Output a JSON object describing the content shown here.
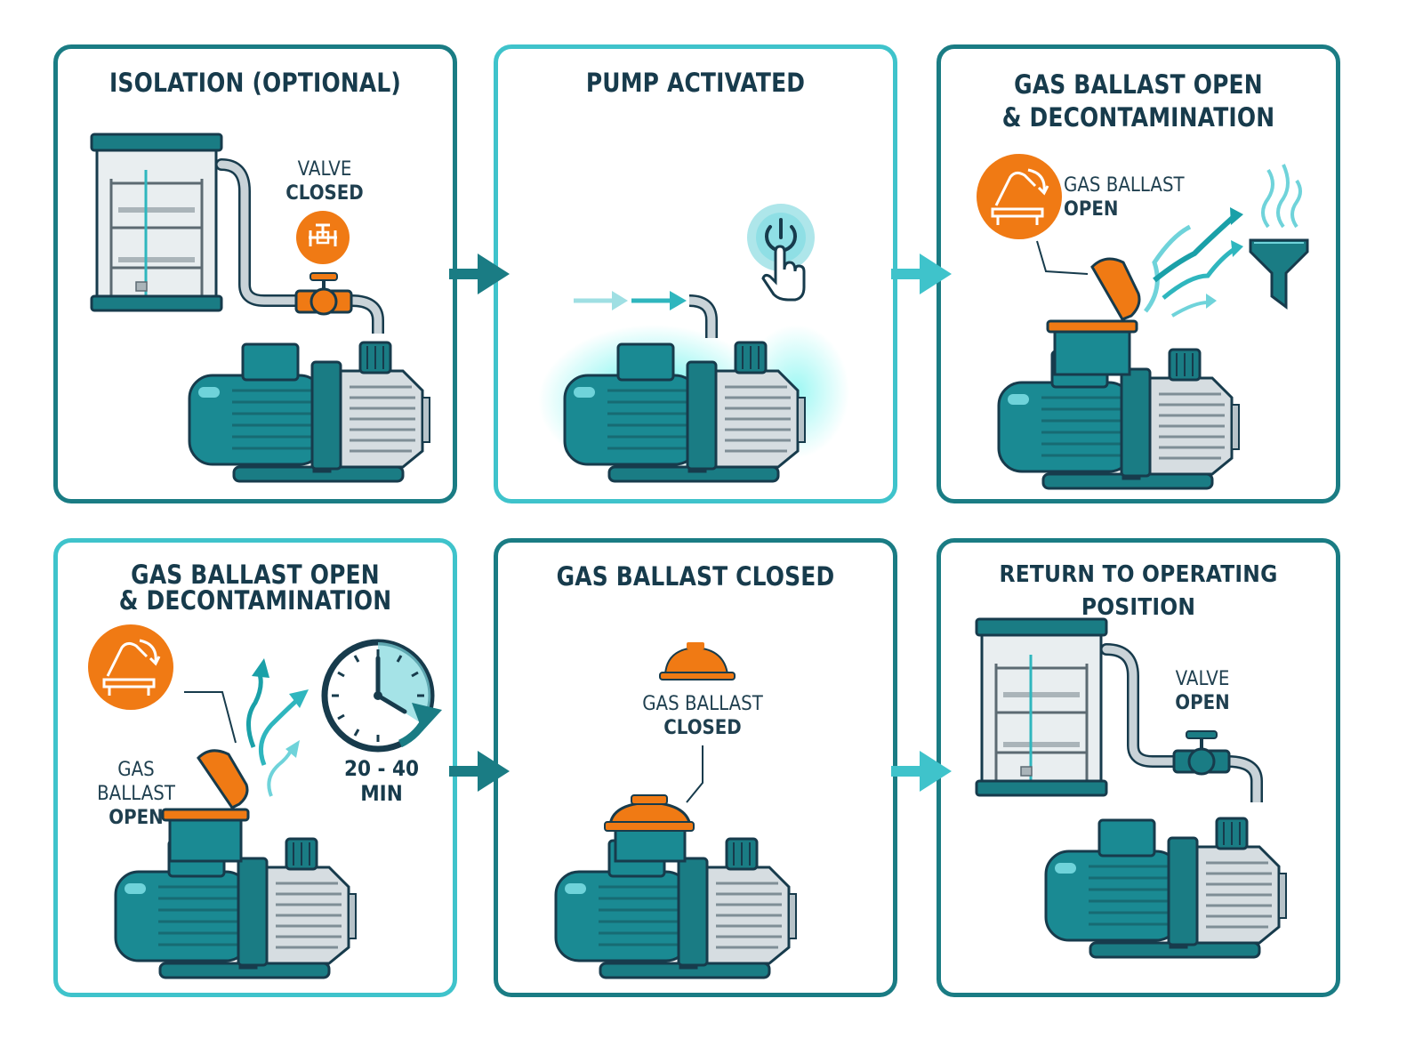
{
  "colors": {
    "teal_dark": "#1a7c84",
    "teal_light": "#3fc3cb",
    "orange": "#f07a14",
    "navy_text": "#173b4c",
    "gray_metal": "#c9d3d8"
  },
  "panels": [
    {
      "title": "ISOLATION (OPTIONAL)",
      "label_top": "VALVE",
      "label_bottom": "CLOSED"
    },
    {
      "title": "PUMP ACTIVATED",
      "icon": "power-button-icon"
    },
    {
      "title_line1": "GAS BALLAST OPEN",
      "title_line2": "& DECONTAMINATION",
      "label_top": "GAS BALLAST",
      "label_bottom": "OPEN"
    },
    {
      "title_line1": "GAS BALLAST OPEN",
      "title_line2": "& DECONTAMINATION",
      "label_top": "GAS BALLAST",
      "label_bottom": "OPEN",
      "timer": "20 - 40 MIN"
    },
    {
      "title": "GAS BALLAST CLOSED",
      "label_top": "GAS BALLAST",
      "label_bottom": "CLOSED"
    },
    {
      "title": "RETURN TO OPERATING POSITION",
      "label_top": "VALVE",
      "label_bottom": "OPEN"
    }
  ]
}
